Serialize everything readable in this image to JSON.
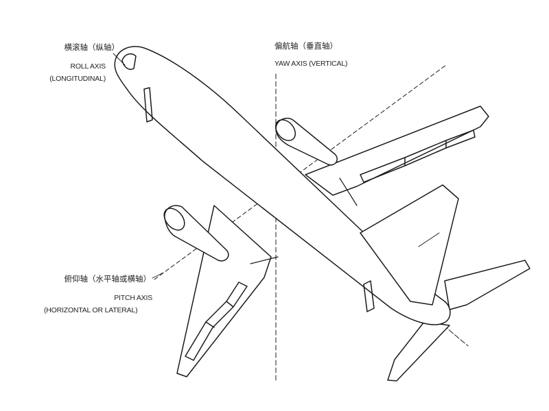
{
  "labels": {
    "roll": {
      "zh": "横滚轴（纵轴）",
      "en_line1": "ROLL AXIS",
      "en_line2": "(LONGITUDINAL)"
    },
    "yaw": {
      "zh": "偏航轴（垂直轴）",
      "en": "YAW AXIS (VERTICAL)"
    },
    "pitch": {
      "zh": "俯仰轴（水平轴或横轴）",
      "en_line1": "PITCH AXIS",
      "en_line2": "(HORIZONTAL OR LATERAL)"
    }
  },
  "colors": {
    "line": "#1a1a1a",
    "background": "#ffffff"
  }
}
